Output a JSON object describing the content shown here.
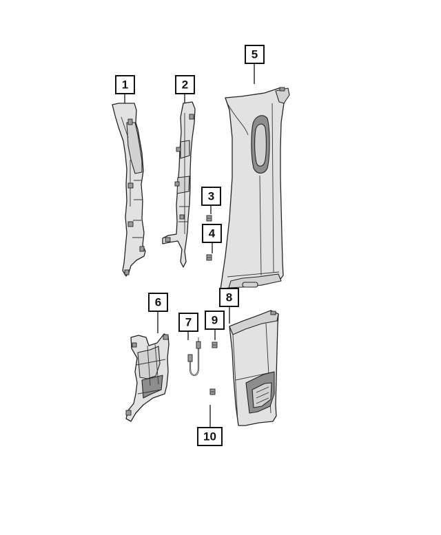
{
  "callouts": [
    {
      "id": "1",
      "label": "1"
    },
    {
      "id": "2",
      "label": "2"
    },
    {
      "id": "3",
      "label": "3"
    },
    {
      "id": "4",
      "label": "4"
    },
    {
      "id": "5",
      "label": "5"
    },
    {
      "id": "6",
      "label": "6"
    },
    {
      "id": "7",
      "label": "7"
    },
    {
      "id": "8",
      "label": "8"
    },
    {
      "id": "9",
      "label": "9"
    },
    {
      "id": "10",
      "label": "10"
    }
  ],
  "colors": {
    "line": "#111111",
    "panel_fill": "#e2e2e2",
    "shadow_fill": "#8d8d8d",
    "background": "#ffffff"
  }
}
